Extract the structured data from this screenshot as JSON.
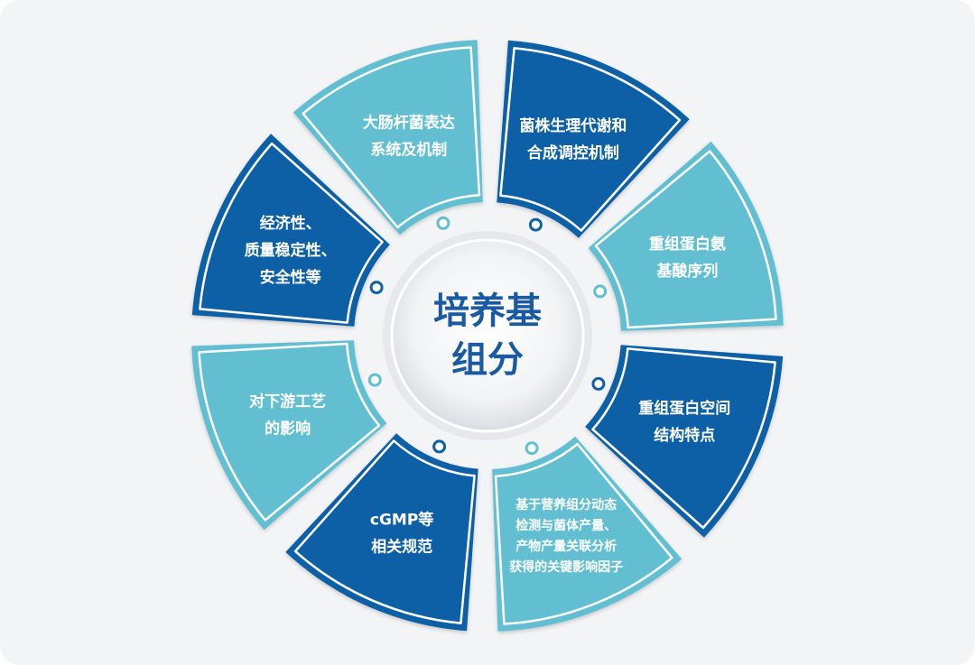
{
  "colors": {
    "background": "#f3f4f6",
    "dark_blue": "#1061a5",
    "light_teal": "#62bfd1",
    "center_text": "#1a5aa2",
    "white": "#ffffff"
  },
  "center": {
    "lines": [
      "培养基",
      "组分"
    ]
  },
  "segments": [
    {
      "lines": [
        "菌株生理代谢和",
        "合成调控机制"
      ],
      "style": "dark"
    },
    {
      "lines": [
        "重组蛋白氨",
        "基酸序列"
      ],
      "style": "light"
    },
    {
      "lines": [
        "重组蛋白空间",
        "结构特点"
      ],
      "style": "dark"
    },
    {
      "lines": [
        "基于营养组分动态",
        "检测与菌体产量、",
        "产物产量关联分析",
        "获得的关键影响因子"
      ],
      "style": "light",
      "small": true
    },
    {
      "lines": [
        "cGMP等",
        "相关规范"
      ],
      "style": "dark"
    },
    {
      "lines": [
        "对下游工艺",
        "的影响"
      ],
      "style": "light"
    },
    {
      "lines": [
        "经济性、",
        "质量稳定性、",
        "安全性等"
      ],
      "style": "dark"
    },
    {
      "lines": [
        "大肠杆菌表达",
        "系统及机制"
      ],
      "style": "light"
    }
  ]
}
